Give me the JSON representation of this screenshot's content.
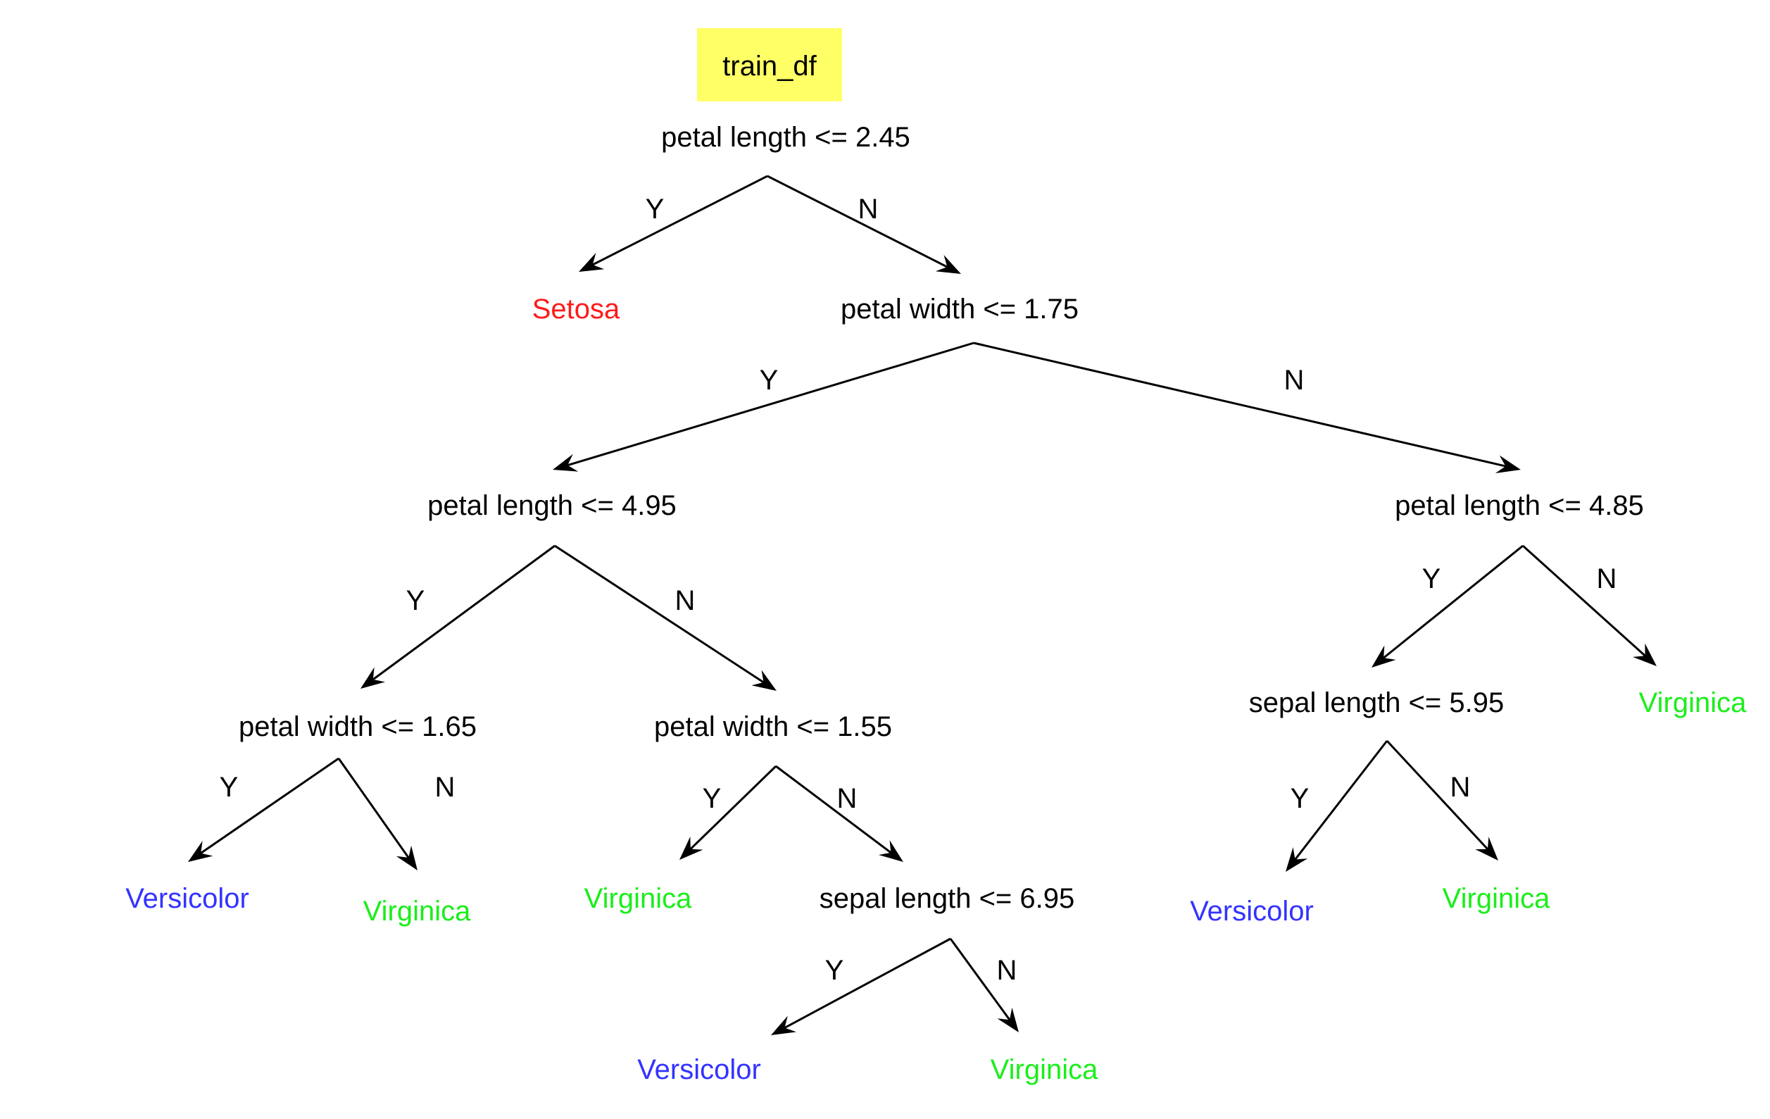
{
  "colors": {
    "root_bg": "#ffff66",
    "text": "#000000",
    "setosa": "#ff1a1a",
    "versicolor": "#3333ff",
    "virginica": "#1aee1a"
  },
  "tree": {
    "root": {
      "label": "train_df"
    },
    "nodes": {
      "n1": {
        "label": "petal length <= 2.45",
        "kind": "split"
      },
      "n2": {
        "label": "Setosa",
        "kind": "leaf",
        "class": "setosa"
      },
      "n3": {
        "label": "petal width <= 1.75",
        "kind": "split"
      },
      "n4": {
        "label": "petal length <= 4.95",
        "kind": "split"
      },
      "n5": {
        "label": "petal length <= 4.85",
        "kind": "split"
      },
      "n6": {
        "label": "petal width <= 1.65",
        "kind": "split"
      },
      "n7": {
        "label": "petal width <= 1.55",
        "kind": "split"
      },
      "n8": {
        "label": "sepal length <= 5.95",
        "kind": "split"
      },
      "n9": {
        "label": "Virginica",
        "kind": "leaf",
        "class": "virginica"
      },
      "n10": {
        "label": "Versicolor",
        "kind": "leaf",
        "class": "versicolor"
      },
      "n11": {
        "label": "Virginica",
        "kind": "leaf",
        "class": "virginica"
      },
      "n12": {
        "label": "Virginica",
        "kind": "leaf",
        "class": "virginica"
      },
      "n13": {
        "label": "sepal length <= 6.95",
        "kind": "split"
      },
      "n14": {
        "label": "Versicolor",
        "kind": "leaf",
        "class": "versicolor"
      },
      "n15": {
        "label": "Virginica",
        "kind": "leaf",
        "class": "virginica"
      },
      "n16": {
        "label": "Versicolor",
        "kind": "leaf",
        "class": "versicolor"
      },
      "n17": {
        "label": "Virginica",
        "kind": "leaf",
        "class": "virginica"
      }
    },
    "edges": [
      {
        "id": "e1",
        "from": "n1",
        "to": "n2",
        "label": "Y"
      },
      {
        "id": "e2",
        "from": "n1",
        "to": "n3",
        "label": "N"
      },
      {
        "id": "e3",
        "from": "n3",
        "to": "n4",
        "label": "Y"
      },
      {
        "id": "e4",
        "from": "n3",
        "to": "n5",
        "label": "N"
      },
      {
        "id": "e5",
        "from": "n4",
        "to": "n6",
        "label": "Y"
      },
      {
        "id": "e6",
        "from": "n4",
        "to": "n7",
        "label": "N"
      },
      {
        "id": "e7",
        "from": "n5",
        "to": "n8",
        "label": "Y"
      },
      {
        "id": "e8",
        "from": "n5",
        "to": "n9",
        "label": "N"
      },
      {
        "id": "e9",
        "from": "n6",
        "to": "n10",
        "label": "Y"
      },
      {
        "id": "e10",
        "from": "n6",
        "to": "n11",
        "label": "N"
      },
      {
        "id": "e11",
        "from": "n7",
        "to": "n12",
        "label": "Y"
      },
      {
        "id": "e12",
        "from": "n7",
        "to": "n13",
        "label": "N"
      },
      {
        "id": "e13",
        "from": "n8",
        "to": "n14",
        "label": "Y"
      },
      {
        "id": "e14",
        "from": "n8",
        "to": "n15",
        "label": "N"
      },
      {
        "id": "e15",
        "from": "n13",
        "to": "n16",
        "label": "Y"
      },
      {
        "id": "e16",
        "from": "n13",
        "to": "n17",
        "label": "N"
      }
    ]
  }
}
